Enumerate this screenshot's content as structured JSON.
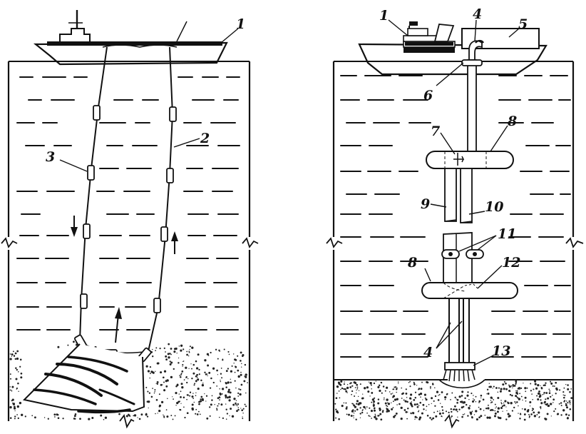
{
  "figure": {
    "left_panel": {
      "labels": {
        "ship": "1",
        "rope": "2",
        "bucket": "3"
      }
    },
    "right_panel": {
      "labels": {
        "ship": "1",
        "pipe_top": "4",
        "storage": "5",
        "joint": "6",
        "valve_top": "7",
        "float_top": "8",
        "pipe_9": "9",
        "pipe_10": "10",
        "valves": "11",
        "float_bottom": "8",
        "joint_12": "12",
        "pipes_bottom": "4",
        "collector": "13"
      }
    },
    "colors": {
      "ink": "#111111",
      "background": "#ffffff"
    }
  }
}
